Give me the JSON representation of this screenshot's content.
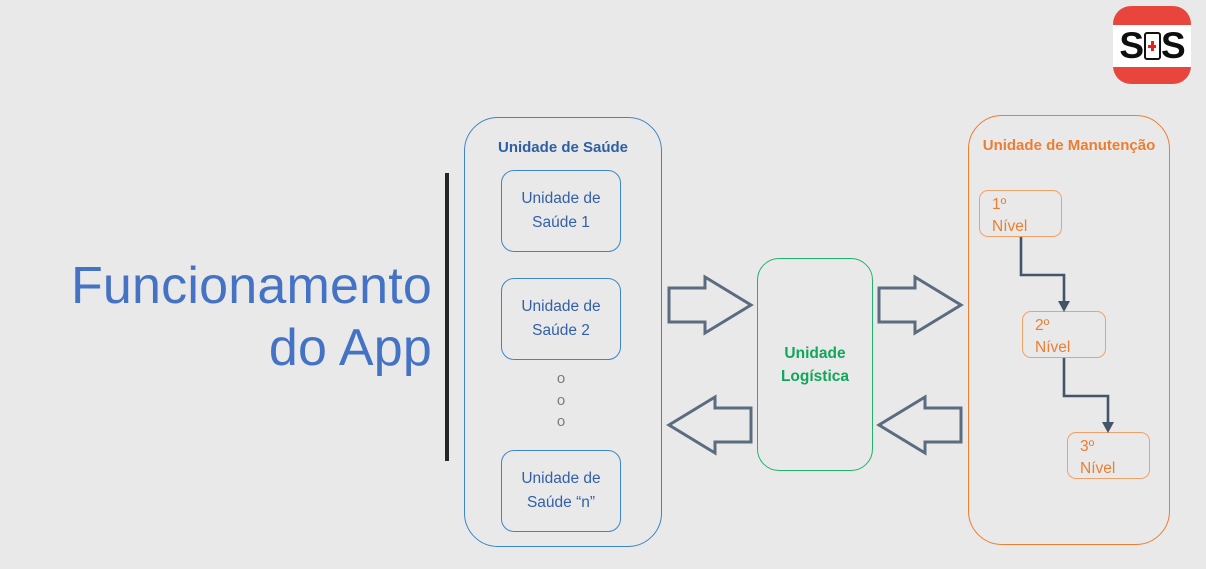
{
  "slide": {
    "background_color": "#E9E9E9",
    "title": {
      "line1": "Funcionamento",
      "line2": "do App",
      "color": "#4472C4"
    },
    "logo": {
      "name": "sos-app-logo",
      "left_letter": "S",
      "right_letter": "S",
      "badge_color": "#E8453C",
      "cross_color": "#E8201A"
    }
  },
  "health_panel": {
    "title": "Unidade de Saúde",
    "border_color": "#3D85C8",
    "title_color": "#2E5FA3",
    "units": [
      {
        "label": "Unidade de Saúde 1"
      },
      {
        "label": "Unidade de Saúde 2"
      },
      {
        "label": "Unidade de Saúde “n”"
      }
    ],
    "ellipsis": {
      "d1": "o",
      "d2": "o",
      "d3": "o"
    }
  },
  "logistics_panel": {
    "title": "Unidade Logística",
    "border_color": "#21B36A",
    "title_color": "#12A65B"
  },
  "maintenance_panel": {
    "title": "Unidade de Manutenção",
    "border_color": "#ED7D31",
    "title_color": "#ED7D31",
    "levels": [
      {
        "ordinal": "1º",
        "label": "Nível"
      },
      {
        "ordinal": "2º",
        "label": "Nível"
      },
      {
        "ordinal": "3º",
        "label": "Nível"
      }
    ]
  },
  "flow_arrows": {
    "outline_color": "#5B6B80",
    "items": [
      {
        "name": "arrow-health-to-logistics",
        "direction": "right"
      },
      {
        "name": "arrow-logistics-to-maintenance",
        "direction": "right"
      },
      {
        "name": "arrow-logistics-to-health",
        "direction": "left"
      },
      {
        "name": "arrow-maintenance-to-logistics",
        "direction": "left"
      }
    ]
  },
  "connectors": {
    "color": "#44546A",
    "items": [
      {
        "name": "connector-level1-to-level2"
      },
      {
        "name": "connector-level2-to-level3"
      }
    ]
  }
}
